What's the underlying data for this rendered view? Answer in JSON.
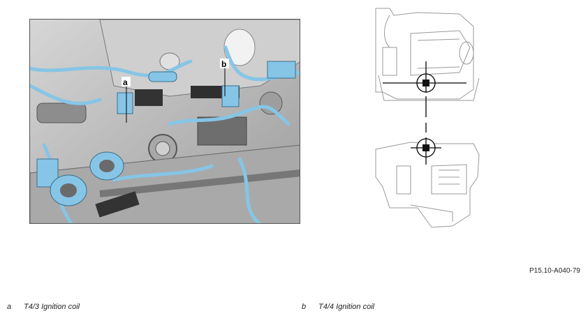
{
  "figure": {
    "callouts": [
      {
        "key": "a"
      },
      {
        "key": "b"
      }
    ],
    "reference_code": "P15.10-A040-79",
    "colors": {
      "highlight": "#86c5e6",
      "engine_gray": "#bdbdbd",
      "frame": "#555555"
    }
  },
  "legend": [
    {
      "key": "a",
      "text": "T4/3 Ignition coil"
    },
    {
      "key": "b",
      "text": "T4/4 Ignition coil"
    }
  ]
}
